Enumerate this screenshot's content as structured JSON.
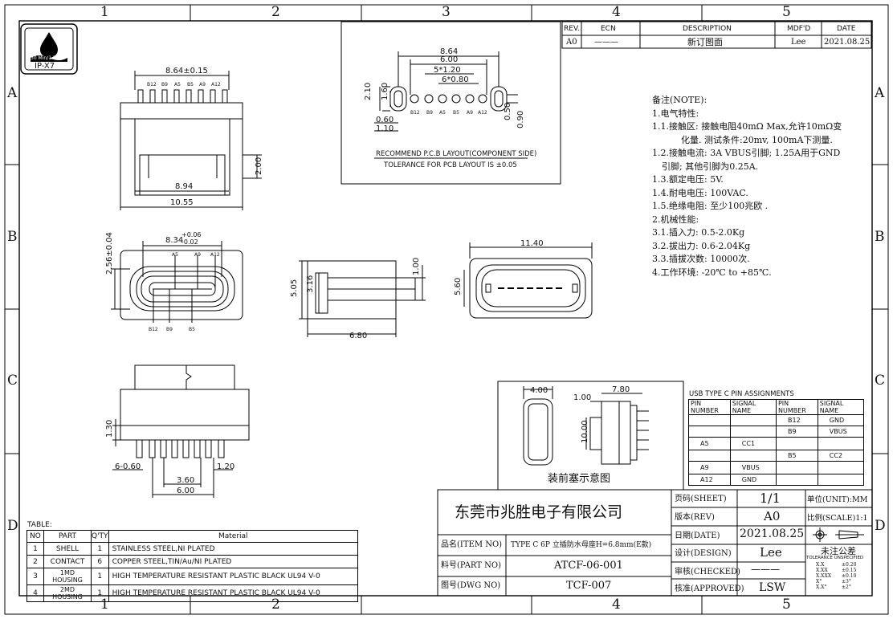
{
  "frame": {
    "col_labels": [
      "1",
      "2",
      "3",
      "4",
      "5"
    ],
    "row_labels": [
      "A",
      "B",
      "C",
      "D"
    ]
  },
  "logo": {
    "rating": "IP-X7",
    "depth": "30 Min/1.5M"
  },
  "rev_table": {
    "headers": {
      "rev": "REV.",
      "ecn": "ECN",
      "desc": "DESCRIPTION",
      "mdf": "MDF'D",
      "date": "DATE"
    },
    "row": {
      "rev": "A0",
      "ecn": "———",
      "desc": "新订图面",
      "mdf": "Lee",
      "date": "2021.08.25"
    }
  },
  "notes": [
    "备注(NOTE):",
    "1.电气特性:",
    "1.1.接触区: 接触电阻40mΩ Max,允许10mΩ变",
    "化量. 测试条件:20mv, 100mA下测量.",
    "1.2.接触电流: 3A VBUS引脚; 1.25A用于GND",
    "引脚; 其他引脚为0.25A.",
    "1.3.额定电压: 5V.",
    "1.4.耐电电压: 100VAC.",
    "1.5.绝缘电阻: 至少100兆欧 .",
    "2.机械性能:",
    "3.1.插入力: 0.5-2.0Kg",
    "3.2.拔出力: 0.6-2.04Kg",
    "3.3.插拔次数: 10000次.",
    "4.工作环境: -20℃ to +85℃."
  ],
  "pcb_layout": {
    "dims": {
      "d864": "8.64",
      "d600": "6.00",
      "d5x120": "5*1.20",
      "d6x080": "6*0.80",
      "d210": "2.10",
      "d160": "1.60",
      "d060": "0.60",
      "d110": "1.10",
      "d050": "0.50",
      "d090": "0.90"
    },
    "pins": [
      "B12",
      "B9",
      "A5",
      "B5",
      "A9",
      "A12"
    ],
    "title": "RECOMMEND P.C.B LAYOUT(COMPONENT SIDE)",
    "tolerance": "TOLERANCE FOR PCB LAYOUT IS ±0.05"
  },
  "top_view": {
    "d864": "8.64±0.15",
    "pins": [
      "B12",
      "B9",
      "A5",
      "B5",
      "A9",
      "A12"
    ],
    "d200": "2.00",
    "d894": "8.94",
    "d1055": "10.55"
  },
  "front_view": {
    "d834": "8.34",
    "tol_plus": "+0.06",
    "tol_minus": "-0.02",
    "d256": "2.56±0.04",
    "top_pins": [
      "A5",
      "A9",
      "A12"
    ],
    "bottom_pins": [
      "B12",
      "B9",
      "B5"
    ]
  },
  "side_view": {
    "d505": "5.05",
    "d316": "3.16",
    "d100": "1.00",
    "d680": "6.80"
  },
  "end_view": {
    "d1140": "11.40",
    "d560": "5.60"
  },
  "bottom_view": {
    "d130": "1.30",
    "d060": "6-0.60",
    "d120": "1.20",
    "d360": "3.60",
    "d600": "6.00"
  },
  "plug_view": {
    "d400": "4.00",
    "d100": "1.00",
    "d780": "7.80",
    "d1000": "10.00",
    "caption": "装前塞示意图"
  },
  "pin_assign": {
    "title": "USB TYPE C PIN ASSIGNMENTS",
    "headers": [
      "PIN NUMBER",
      "SIGNAL NAME",
      "PIN NUMBER",
      "SIGNAL NAME"
    ],
    "rows": [
      [
        "",
        "",
        "B12",
        "GND"
      ],
      [
        "",
        "",
        "B9",
        "VBUS"
      ],
      [
        "A5",
        "CC1",
        "",
        ""
      ],
      [
        "",
        "",
        "B5",
        "CC2"
      ],
      [
        "A9",
        "VBUS",
        "",
        ""
      ],
      [
        "A12",
        "GND",
        "",
        ""
      ]
    ]
  },
  "bom": {
    "title": "TABLE:",
    "headers": [
      "NO",
      "PART",
      "Q'TY",
      "Material"
    ],
    "rows": [
      [
        "1",
        "SHELL",
        "1",
        "STAINLESS STEEL,NI PLATED"
      ],
      [
        "2",
        "CONTACT",
        "6",
        "COPPER STEEL,TIN/Au/NI PLATED"
      ],
      [
        "3",
        "1MD HOUSING",
        "1",
        "HIGH TEMPERATURE RESISTANT PLASTIC BLACK UL94 V-0"
      ],
      [
        "4",
        "2MD HOUSING",
        "1",
        "HIGH TEMPERATURE RESISTANT PLASTIC BLACK UL94 V-0"
      ]
    ]
  },
  "title_block": {
    "company": "东莞市兆胜电子有限公司",
    "item_label": "品名(ITEM NO)",
    "item_value": "TYPE C 6P 立插防水母座H=6.8mm(E款)",
    "part_label": "料号(PART NO)",
    "part_value": "ATCF-06-001",
    "dwg_label": "图号(DWG NO)",
    "dwg_value": "TCF-007",
    "sheet_label": "页码(SHEET)",
    "sheet_value": "1/1",
    "rev_label": "版本(REV)",
    "rev_value": "A0",
    "date_label": "日期(DATE)",
    "date_value": "2021.08.25",
    "design_label": "设计(DESIGN)",
    "design_value": "Lee",
    "checked_label": "审核(CHECKED)",
    "checked_value": "———",
    "approved_label": "核准(APPROVED)",
    "approved_value": "LSW",
    "unit_label": "单位(UNIT):MM",
    "scale_label": "比例(SCALE)1:1",
    "tol_title": "未注公差",
    "tol_sub": "TOLERANCE UNSPECIFIED",
    "tol_rows": [
      [
        "X.X",
        "±0.20"
      ],
      [
        "X.XX",
        "±0.15"
      ],
      [
        "X.XXX",
        "±0.10"
      ],
      [
        "X°",
        "±3°"
      ],
      [
        "X.X°",
        "±2°"
      ]
    ]
  }
}
